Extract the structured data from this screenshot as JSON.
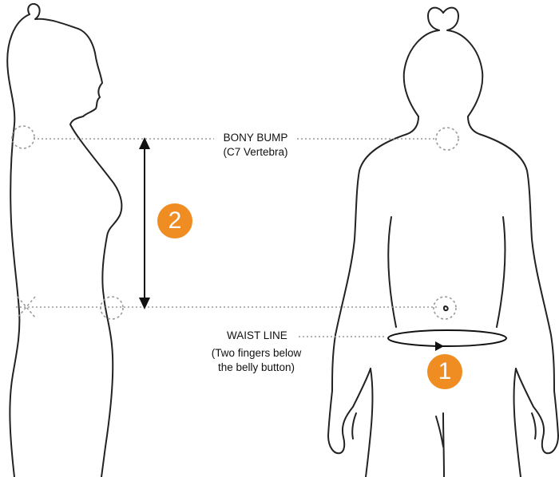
{
  "labels": {
    "bony_bump": "BONY BUMP",
    "bony_bump_sub": "(C7 Vertebra)",
    "waist_line": "WAIST LINE",
    "waist_note_1": "(Two fingers below",
    "waist_note_2": "the belly button)"
  },
  "badges": {
    "step_1": "1",
    "step_2": "2"
  },
  "colors": {
    "accent": "#ef8c22",
    "outline": "#222222",
    "guide": "#9a9a9a"
  }
}
